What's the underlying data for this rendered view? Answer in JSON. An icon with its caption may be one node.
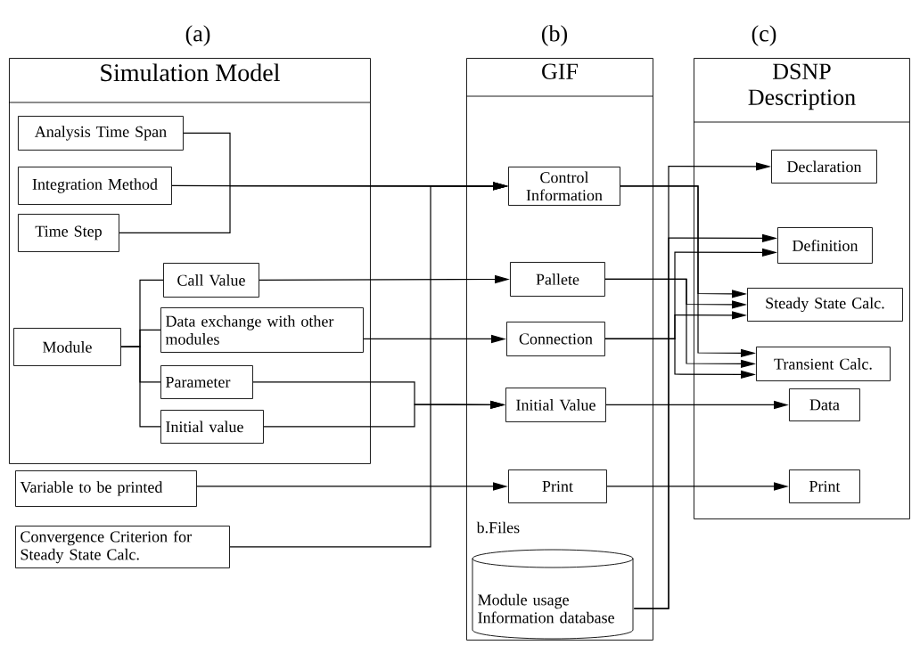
{
  "diagram": {
    "nodes": [
      {
        "text": [
          "Simulation Model"
        ]
      },
      {
        "text": [
          "Analysis Time Span"
        ],
        "in": 0
      },
      {
        "text": [
          "Integration Method"
        ],
        "in": 0
      },
      {
        "text": [
          "Time Step"
        ],
        "in": 0
      },
      {
        "text": [
          "Module"
        ],
        "in": 0
      },
      {
        "text": [
          "Call Value"
        ],
        "in": 0
      },
      {
        "text": [
          "Data exchange with other modules"
        ],
        "in": 0
      },
      {
        "text": [
          "Parameter"
        ],
        "in": 0
      },
      {
        "text": [
          "Initial value"
        ],
        "in": 0
      },
      {
        "text": [
          "Variable to be printed"
        ]
      },
      {
        "text": [
          "Convergence Criterion for Steady State Calc."
        ]
      },
      {
        "text": [
          "GIF"
        ]
      },
      {
        "text": [
          "Control Information"
        ],
        "in": 11
      },
      {
        "text": [
          "Pallete"
        ],
        "in": 11
      },
      {
        "text": [
          "Connection"
        ],
        "in": 11
      },
      {
        "text": [
          "Initial Value"
        ],
        "in": 11
      },
      {
        "text": [
          "Print"
        ],
        "in": 11
      },
      {
        "text": [
          "Module usage Information database"
        ],
        "in": 11
      },
      {
        "text": [
          "DSNP Description"
        ]
      },
      {
        "text": [
          "Declaration"
        ],
        "in": 18
      },
      {
        "text": [
          "Definition"
        ],
        "in": 18
      },
      {
        "text": [
          "Steady State Calc."
        ],
        "in": 18
      },
      {
        "text": [
          "Transient Calc."
        ],
        "in": 18
      },
      {
        "text": [
          "Data"
        ],
        "in": 18
      },
      {
        "text": [
          "Print"
        ],
        "in": 18
      }
    ],
    "edges": [
      {
        "from": 1,
        "to": 12,
        "arrow": "to"
      },
      {
        "from": 2,
        "to": 12,
        "arrow": "to"
      },
      {
        "from": 3,
        "to": 12,
        "arrow": "to"
      },
      {
        "from": 10,
        "to": 12,
        "arrow": "to"
      },
      {
        "from": 4,
        "to": 5,
        "arrow": "none"
      },
      {
        "from": 4,
        "to": 6,
        "arrow": "none"
      },
      {
        "from": 4,
        "to": 7,
        "arrow": "none"
      },
      {
        "from": 4,
        "to": 8,
        "arrow": "none"
      },
      {
        "from": 5,
        "to": 13,
        "arrow": "to"
      },
      {
        "from": 6,
        "to": 14,
        "arrow": "to"
      },
      {
        "from": 7,
        "to": 15,
        "arrow": "to"
      },
      {
        "from": 8,
        "to": 15,
        "arrow": "to"
      },
      {
        "from": 9,
        "to": 16,
        "arrow": "to"
      },
      {
        "from": 17,
        "to": 19,
        "arrow": "to"
      },
      {
        "from": 17,
        "to": 20,
        "arrow": "to"
      },
      {
        "from": 12,
        "to": 21,
        "arrow": "to"
      },
      {
        "from": 12,
        "to": 22,
        "arrow": "to"
      },
      {
        "from": 13,
        "to": 21,
        "arrow": "to"
      },
      {
        "from": 13,
        "to": 22,
        "arrow": "to"
      },
      {
        "from": 14,
        "to": 20,
        "arrow": "to"
      },
      {
        "from": 14,
        "to": 21,
        "arrow": "to"
      },
      {
        "from": 14,
        "to": 22,
        "arrow": "to"
      },
      {
        "from": 15,
        "to": 23,
        "arrow": "to"
      },
      {
        "from": 16,
        "to": 24,
        "arrow": "to"
      }
    ],
    "labels": [
      "(a)",
      "(b)",
      "(c)",
      "b.Files"
    ]
  }
}
